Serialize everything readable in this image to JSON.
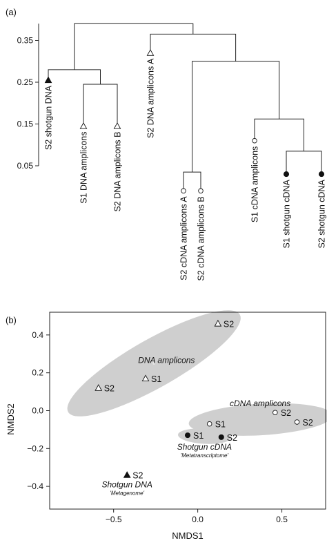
{
  "chart_data": [
    {
      "type": "dendrogram",
      "panel_label": "(a)",
      "ylim": [
        0.05,
        0.39
      ],
      "yticks": [
        {
          "value": 0.05,
          "label": "0.05"
        },
        {
          "value": 0.15,
          "label": "0.15"
        },
        {
          "value": 0.25,
          "label": "0.25"
        },
        {
          "value": 0.35,
          "label": "0.35"
        }
      ],
      "leaves": [
        {
          "label": "S2 shotgun DNA",
          "marker": "filled-triangle",
          "height": 0.255
        },
        {
          "label": "S1 DNA amplicons",
          "marker": "open-triangle",
          "height": 0.145
        },
        {
          "label": "S2 DNA amplicons B",
          "marker": "open-triangle",
          "height": 0.145
        },
        {
          "label": "S2 DNA amplicons A",
          "marker": "open-triangle",
          "height": 0.32
        },
        {
          "label": "S2 cDNA amplicons A",
          "marker": "open-circle",
          "height": -0.01
        },
        {
          "label": "S2 cDNA amplicons B",
          "marker": "open-circle",
          "height": -0.01
        },
        {
          "label": "S1 cDNA amplicons",
          "marker": "open-circle",
          "height": 0.11
        },
        {
          "label": "S1 shotgun cDNA",
          "marker": "filled-circle",
          "height": 0.03
        },
        {
          "label": "S2 shotgun cDNA",
          "marker": "filled-circle",
          "height": 0.03
        }
      ],
      "merges": [
        {
          "a": 1,
          "b": 2,
          "height": 0.245
        },
        {
          "a": 0,
          "b": "m0",
          "height": 0.28
        },
        {
          "a": 7,
          "b": 8,
          "height": 0.085
        },
        {
          "a": 6,
          "b": "m2",
          "height": 0.162
        },
        {
          "a": 4,
          "b": 5,
          "height": 0.035
        },
        {
          "a": "m4",
          "b": "m3",
          "height": 0.3
        },
        {
          "a": 3,
          "b": "m5",
          "height": 0.365
        },
        {
          "a": "m1",
          "b": "m6",
          "height": 0.39
        }
      ]
    },
    {
      "type": "scatter",
      "panel_label": "(b)",
      "xlabel": "NMDS1",
      "ylabel": "NMDS2",
      "xlim": [
        -0.88,
        0.76
      ],
      "ylim": [
        -0.52,
        0.52
      ],
      "xticks": [
        {
          "value": -0.5,
          "label": "−0.5"
        },
        {
          "value": 0.0,
          "label": "0.0"
        },
        {
          "value": 0.5,
          "label": "0.5"
        }
      ],
      "yticks": [
        {
          "value": 0.4,
          "label": "0.4"
        },
        {
          "value": 0.2,
          "label": "0.2"
        },
        {
          "value": 0.0,
          "label": "0.0"
        },
        {
          "value": -0.2,
          "label": "−0.2"
        },
        {
          "value": -0.4,
          "label": "−0.4"
        }
      ],
      "points": [
        {
          "label": "S2",
          "group": "DNA amplicons",
          "marker": "open-triangle",
          "x": 0.12,
          "y": 0.46
        },
        {
          "label": "S1",
          "group": "DNA amplicons",
          "marker": "open-triangle",
          "x": -0.31,
          "y": 0.17
        },
        {
          "label": "S2",
          "group": "DNA amplicons",
          "marker": "open-triangle",
          "x": -0.59,
          "y": 0.12
        },
        {
          "label": "S2",
          "group": "cDNA amplicons",
          "marker": "open-circle",
          "x": 0.46,
          "y": -0.01
        },
        {
          "label": "S2",
          "group": "cDNA amplicons",
          "marker": "open-circle",
          "x": 0.59,
          "y": -0.06
        },
        {
          "label": "S1",
          "group": "cDNA amplicons",
          "marker": "open-circle",
          "x": 0.07,
          "y": -0.07
        },
        {
          "label": "S1",
          "group": "Shotgun cDNA",
          "marker": "filled-circle",
          "x": -0.06,
          "y": -0.13
        },
        {
          "label": "S2",
          "group": "Shotgun cDNA",
          "marker": "filled-circle",
          "x": 0.14,
          "y": -0.14
        },
        {
          "label": "S2",
          "group": "Shotgun DNA",
          "marker": "filled-triangle",
          "x": -0.42,
          "y": -0.34
        }
      ],
      "groups": [
        {
          "name": "DNA amplicons",
          "note": "",
          "shaded": true
        },
        {
          "name": "cDNA amplicons",
          "note": "",
          "shaded": true
        },
        {
          "name": "Shotgun cDNA",
          "note": "'Metatranscriptome'",
          "shaded": true
        },
        {
          "name": "Shotgun DNA",
          "note": "'Metagenome'",
          "shaded": false
        }
      ]
    }
  ]
}
